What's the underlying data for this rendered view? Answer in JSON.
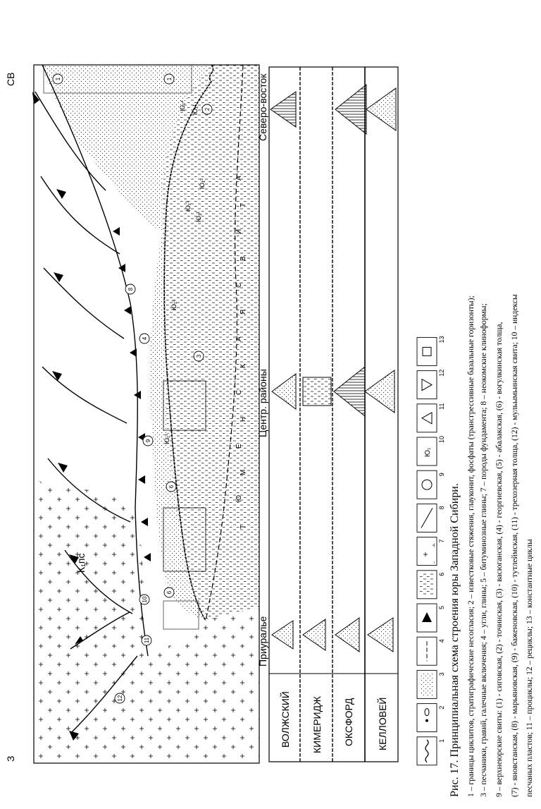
{
  "figure": {
    "orientation_words": {
      "west": "З",
      "northeast": "СВ"
    },
    "section_label": "К₁пс",
    "circled_index_labels": [
      "10",
      "11",
      "12",
      "9",
      "6",
      "6",
      "4",
      "8",
      "3",
      "2",
      "1",
      "1"
    ],
    "horizon_labels": [
      "Ю₁¹",
      "Ю₁²",
      "Ю₁³",
      "Ю₁¹",
      "Ю₁⁴",
      "Ю₁¹",
      "Ю₁²"
    ],
    "bottom_formation_letters": [
      "Т",
      "Ю",
      "М",
      "Е",
      "Н",
      "С",
      "К",
      "А",
      "Я",
      "С",
      "В",
      "И",
      "Т",
      "А"
    ]
  },
  "stage_table": {
    "region_headers": [
      "Приуралье",
      "Центр. районы",
      "Северо-восток"
    ],
    "stages": [
      "ВОЛЖСКИЙ",
      "КИМЕРИДЖ",
      "ОКСФОРД",
      "КЕЛЛОВЕЙ"
    ]
  },
  "legend": {
    "item_numbers": [
      "1",
      "2",
      "3",
      "4",
      "5",
      "6",
      "7",
      "8",
      "9",
      "10",
      "11",
      "12",
      "13"
    ],
    "icons": [
      "wavy-line-icon",
      "concretion-dots-icon",
      "sand-dots-icon",
      "dash-lines-icon",
      "black-triangle-icon",
      "clay-dash-icon",
      "basement-crosses-icon",
      "boundary-curve-icon",
      "circled-index-icon",
      "horizon-index-icon",
      "triangle-up-icon",
      "triangle-down-icon",
      "square-icon"
    ],
    "horizon_symbol": "Ю₁"
  },
  "caption": {
    "title": "Рис. 17. Принципиальная схема строения юры Западной Сибири.",
    "lines": [
      "1 – границы циклитов, стратиграфические несогласия; 2 – известковые стяжения, глауконит, фосфаты (трансгрессивные базальные горизонты);",
      "3 – песчаники, гравий, галечные включения; 4 – угли, глины; 5 – битуминозные глины; 7 – породы фундамента; 8 – неокомские клиноформы;",
      "9 – верхнеюрские свиты: (1) - сиговская, (2) - точинская, (3) - васюганская, (4) - георгиевская, (5) - абалакская, (6) - вогулкинская толща,",
      "(7) - яновстанская, (8) - марьяновская, (9) - баженовская, (10) - тутлеймская, (11) - трехозерная толща, (12) - мульымьинская свита; 10 – индексы",
      "песчаных пластов; 11 – проциклы; 12 – рециклы; 13 – константные циклы"
    ]
  }
}
